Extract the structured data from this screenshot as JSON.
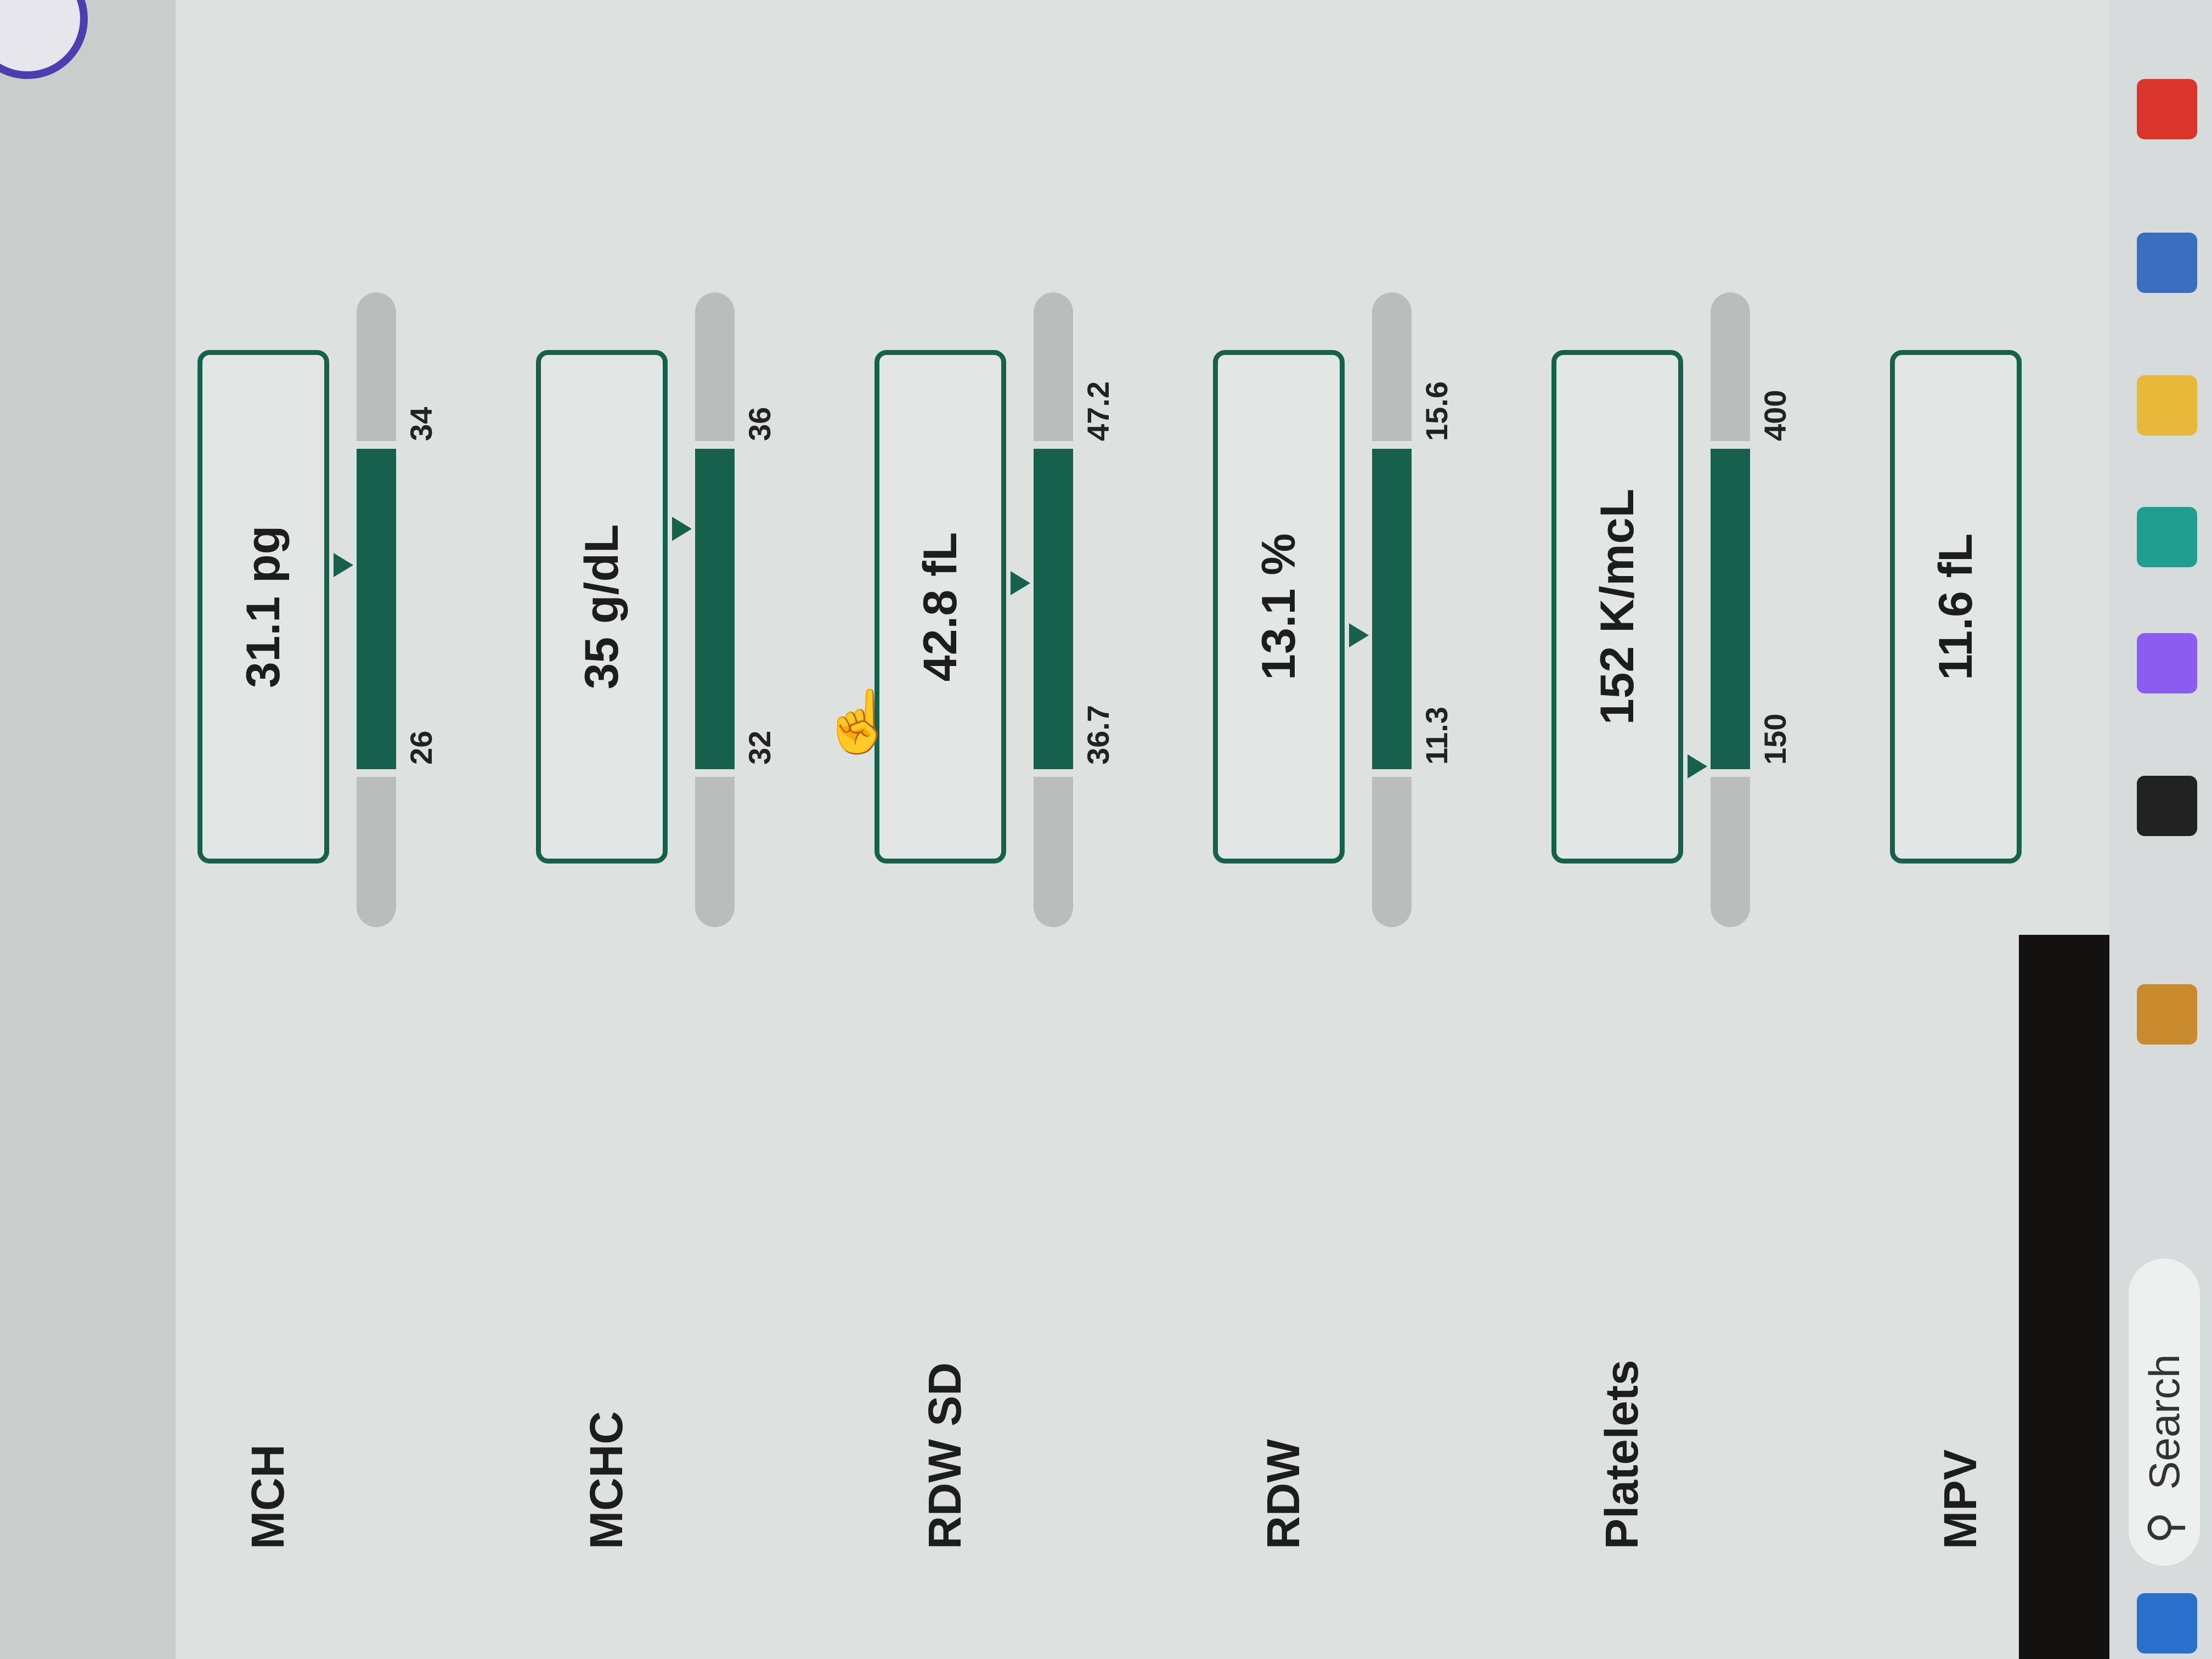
{
  "results": [
    {
      "name": "MCH",
      "value": "31.1 pg",
      "num": 31.1,
      "low": 26,
      "high": 34,
      "low_label": "26",
      "high_label": "34"
    },
    {
      "name": "MCHC",
      "value": "35 g/dL",
      "num": 35,
      "low": 32,
      "high": 36,
      "low_label": "32",
      "high_label": "36"
    },
    {
      "name": "RDW SD",
      "value": "42.8 fL",
      "num": 42.8,
      "low": 36.7,
      "high": 47.2,
      "low_label": "36.7",
      "high_label": "47.2"
    },
    {
      "name": "RDW",
      "value": "13.1 %",
      "num": 13.1,
      "low": 11.3,
      "high": 15.6,
      "low_label": "11.3",
      "high_label": "15.6"
    },
    {
      "name": "Platelets",
      "value": "152 K/mcL",
      "num": 152,
      "low": 150,
      "high": 400,
      "low_label": "150",
      "high_label": "400"
    },
    {
      "name": "MPV",
      "value": "11.6 fL"
    }
  ],
  "taskbar": {
    "search_label": "Search",
    "icons": [
      {
        "name": "start-icon",
        "color": "#2a6fc9"
      },
      {
        "name": "briefcase-icon",
        "color": "#c88a2a"
      },
      {
        "name": "terminal-icon",
        "color": "#222222"
      },
      {
        "name": "copilot-icon",
        "color": "#8a5cf0"
      },
      {
        "name": "edge-icon",
        "color": "#1f9f8f"
      },
      {
        "name": "folder-icon",
        "color": "#e8b83a"
      },
      {
        "name": "store-icon",
        "color": "#3a6fc0"
      },
      {
        "name": "l-app-icon",
        "color": "#d9362b"
      }
    ]
  },
  "colors": {
    "accent": "#17614c",
    "range_bar": "#b9bdbc"
  }
}
